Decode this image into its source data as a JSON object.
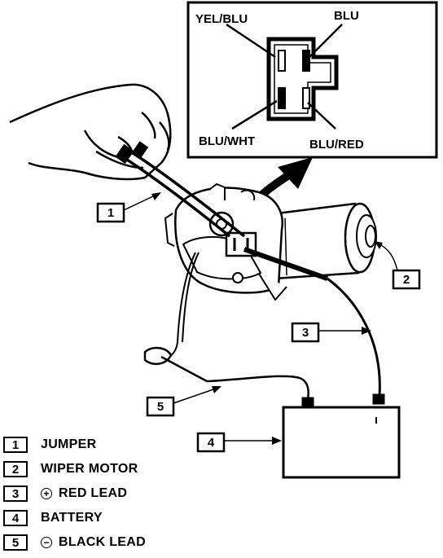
{
  "connector": {
    "pins": {
      "top_left": "YEL/BLU",
      "top_right": "BLU",
      "bottom_left": "BLU/WHT",
      "bottom_right": "BLU/RED"
    }
  },
  "callouts": [
    "1",
    "2",
    "3",
    "4",
    "5"
  ],
  "legend": [
    {
      "num": "1",
      "label": "JUMPER",
      "symbol": ""
    },
    {
      "num": "2",
      "label": "WIPER MOTOR",
      "symbol": ""
    },
    {
      "num": "3",
      "label": "RED LEAD",
      "symbol": "+"
    },
    {
      "num": "4",
      "label": "BATTERY",
      "symbol": ""
    },
    {
      "num": "5",
      "label": "BLACK LEAD",
      "symbol": "−"
    }
  ]
}
